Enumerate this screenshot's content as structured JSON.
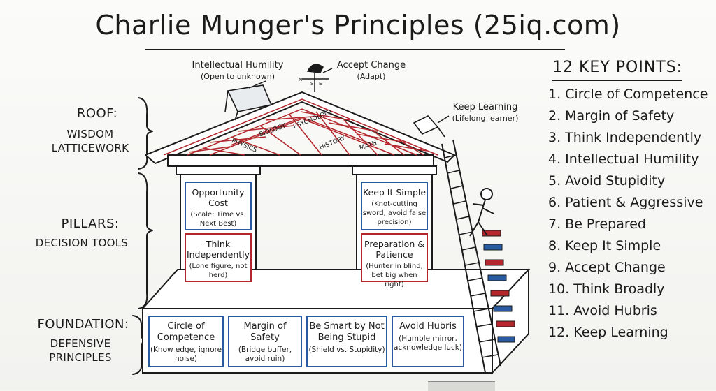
{
  "title": "Charlie Munger's Principles (25iq.com)",
  "roof_side": {
    "heading": "ROOF:",
    "line1": "WISDOM",
    "line2": "LATTICEWORK"
  },
  "pillars_side": {
    "heading": "PILLARS:",
    "line1": "DECISION TOOLS"
  },
  "foundation_side": {
    "heading": "FOUNDATION:",
    "line1": "DEFENSIVE",
    "line2": "PRINCIPLES"
  },
  "top_labels": {
    "humility": {
      "main": "Intellectual Humility",
      "sub": "(Open to unknown)"
    },
    "change": {
      "main": "Accept Change",
      "sub": "(Adapt)"
    },
    "learning": {
      "main": "Keep Learning",
      "sub": "(Lifelong learner)"
    },
    "vane_letters": {
      "n": "N",
      "s": "S",
      "e": "E"
    }
  },
  "roof_disciplines": [
    "PHYSICS",
    "BIOLOGY",
    "PSYCHOLOGY",
    "HISTORY",
    "MATH"
  ],
  "pillars": {
    "left_top": {
      "main": "Opportunity Cost",
      "sub": "(Scale: Time vs. Next Best)"
    },
    "left_bottom": {
      "main": "Think Independently",
      "sub": "(Lone figure, not herd)"
    },
    "right_top": {
      "main": "Keep It Simple",
      "sub": "(Knot-cutting sword, avoid false precision)"
    },
    "right_bottom": {
      "main": "Preparation & Patience",
      "sub": "(Hunter in blind, bet big when right)"
    }
  },
  "foundation": [
    {
      "main": "Circle of Competence",
      "sub": "(Know edge, ignore noise)"
    },
    {
      "main": "Margin of Safety",
      "sub": "(Bridge buffer, avoid ruin)"
    },
    {
      "main": "Be Smart by Not Being Stupid",
      "sub": "(Shield vs. Stupidity)"
    },
    {
      "main": "Avoid Hubris",
      "sub": "(Humble mirror, acknowledge luck)"
    }
  ],
  "key_points": {
    "heading": "12 KEY POINTS:",
    "items": [
      "1. Circle of Competence",
      "2. Margin of Safety",
      "3. Think Independently",
      "4. Intellectual Humility",
      "5. Avoid Stupidity",
      "6. Patient & Aggressive",
      "7. Be Prepared",
      "8. Keep It Simple",
      "9. Accept Change",
      "10. Think Broadly",
      "11. Avoid Hubris",
      "12. Keep Learning"
    ]
  },
  "colors": {
    "accent_red": "#b4262c",
    "accent_blue": "#2a5aa0",
    "ink": "#1b1b1b"
  }
}
